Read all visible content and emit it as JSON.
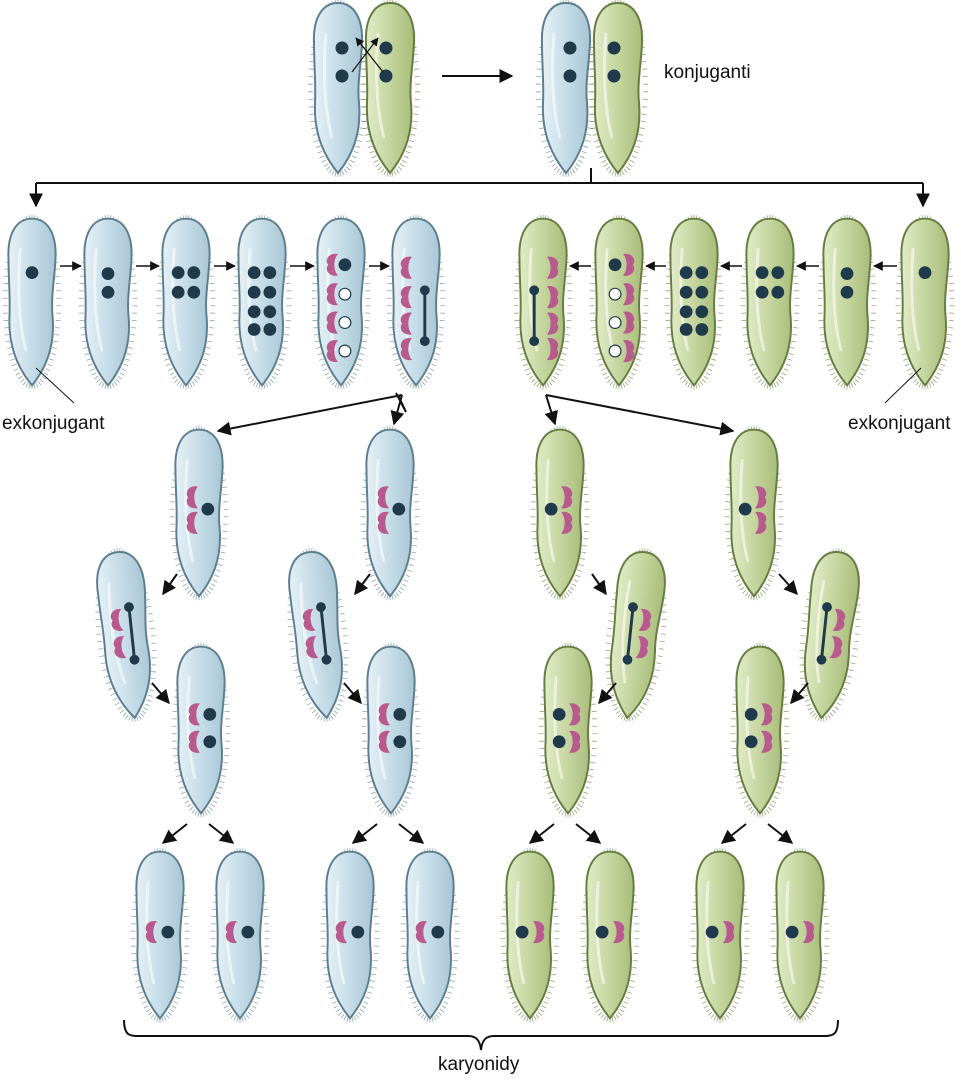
{
  "labels": {
    "conjugants": "konjuganti",
    "exconjugant_left": "exkonjugant",
    "exconjugant_right": "exkonjugant",
    "karyonids": "karyonidy"
  },
  "colors": {
    "blue_fill": "#c9dfea",
    "blue_edge": "#5f7e8d",
    "green_fill": "#cad8a8",
    "green_edge": "#667c40",
    "nucleus": "#1f3a4a",
    "macronucleus": "#b85a8e",
    "arrow": "#111111"
  },
  "icons": {
    "cell": "paramecium-cell",
    "micronucleus": "micronucleus-dot",
    "macronucleus": "macronucleus-kidney",
    "spindle": "dividing-nucleus-spindle"
  }
}
